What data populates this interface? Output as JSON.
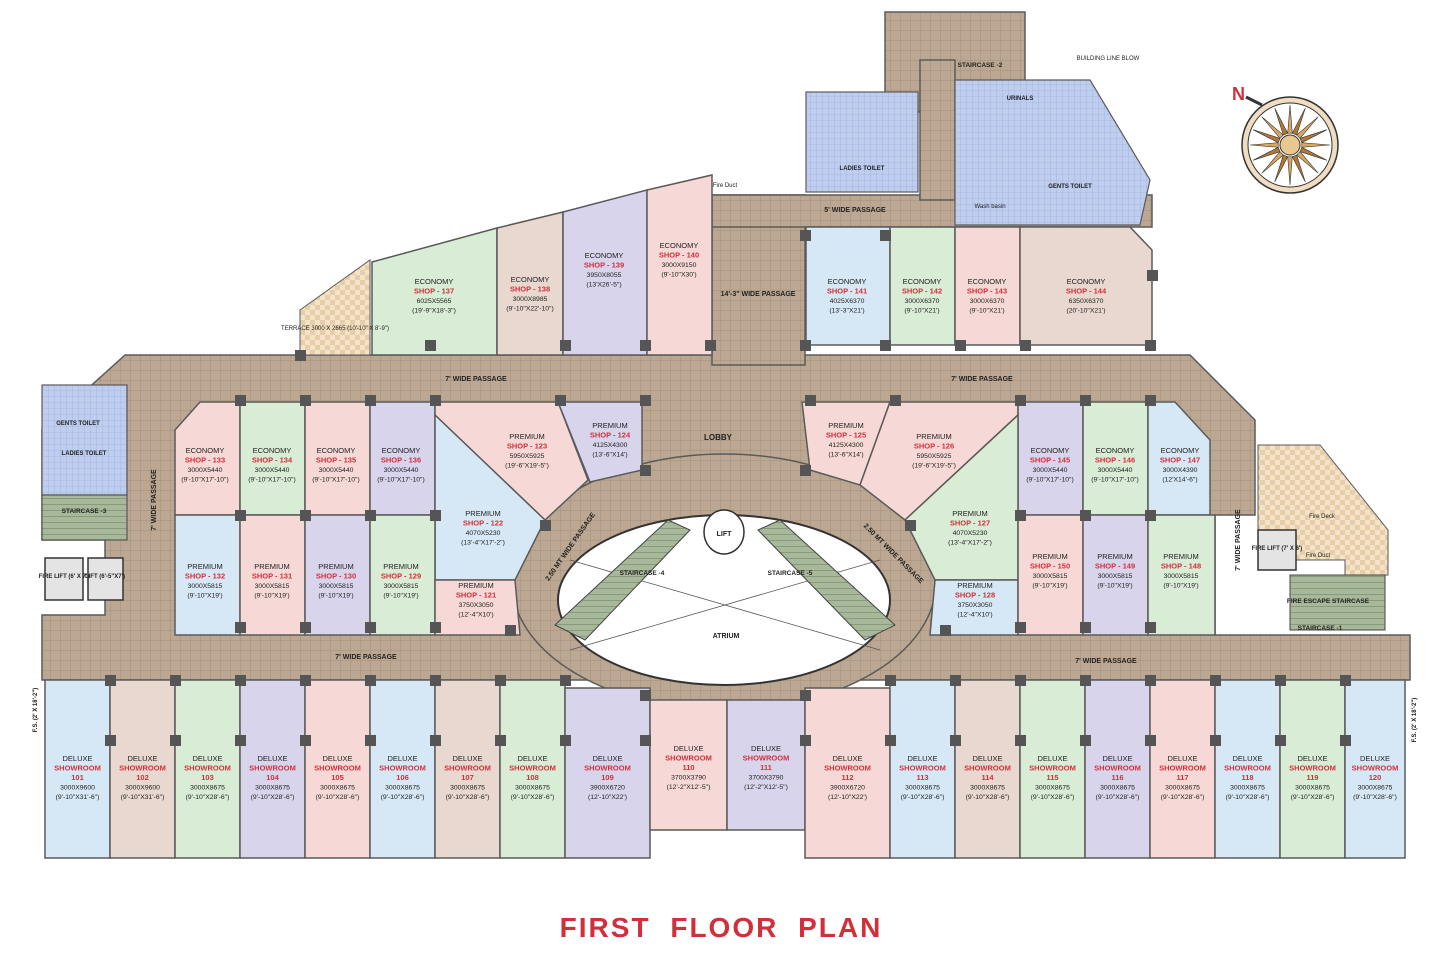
{
  "title": "FIRST FLOOR PLAN",
  "colors": {
    "passage": "#b9a48e",
    "passage_dark": "#8d7862",
    "wall": "#5a5a5a",
    "accent": "#d32f3a",
    "pink": "#f6d9d6",
    "green": "#d9ecd6",
    "lavender": "#d8d4ec",
    "blue": "#d6e8f6",
    "tan": "#e8d8d0",
    "toilet": "#b8c8ec"
  },
  "labels": {
    "lobby": "LOBBY",
    "lift": "LIFT",
    "atrium": "ATRIUM",
    "staircase4": "STAIRCASE -4",
    "staircase5": "STAIRCASE -5",
    "staircase1": "STAIRCASE -1",
    "staircase2": "STAIRCASE -2",
    "staircase3": "STAIRCASE -3",
    "fire_escape": "FIRE ESCAPE STAIRCASE",
    "fire_lift_l": "FIRE LIFT (6' X 7')",
    "lift_l": "LIFT (6'-5\"X7')",
    "fire_lift_r": "FIRE LIFT (7' X 6')",
    "fire_deck": "Fire Deck",
    "fire_duct": "Fire Duct",
    "ladies_toilet": "LADIES TOILET",
    "gents_toilet": "GENTS TOILET",
    "urinals": "URINALS",
    "wash_basin": "Wash basin",
    "building_line": "BUILDING LINE BLOW",
    "terrace": "TERRACE 3000 X 2665 (10'-10\" X 8'-9\")",
    "fs_left": "F.S. (2' X 18'-2\")",
    "fs_right": "F.S. (2' X 18'-2\")",
    "north": "N"
  },
  "passages": {
    "p5": "5' WIDE PASSAGE",
    "p14": "14'-3\" WIDE PASSAGE",
    "p7_top_l": "7' WIDE PASSAGE",
    "p7_top_r": "7' WIDE PASSAGE",
    "p7_bot_l": "7' WIDE PASSAGE",
    "p7_bot_r": "7' WIDE PASSAGE",
    "p7_left": "7' WIDE PASSAGE",
    "p7_right": "7' WIDE PASSAGE",
    "p250_l": "2.50 MT WIDE PASSAGE",
    "p250_r": "2.50 MT WIDE PASSAGE"
  },
  "units": [
    {
      "id": "s137",
      "type": "ECONOMY",
      "name": "SHOP - 137",
      "dim": "6025X5565",
      "imp": "(19'-9\"X18'-3\")"
    },
    {
      "id": "s138",
      "type": "ECONOMY",
      "name": "SHOP - 138",
      "dim": "3000X8985",
      "imp": "(9'-10\"X22'-10\")"
    },
    {
      "id": "s139",
      "type": "ECONOMY",
      "name": "SHOP - 139",
      "dim": "3950X8055",
      "imp": "(13'X26'-5\")"
    },
    {
      "id": "s140",
      "type": "ECONOMY",
      "name": "SHOP - 140",
      "dim": "3000X9150",
      "imp": "(9'-10\"X30')"
    },
    {
      "id": "s141",
      "type": "ECONOMY",
      "name": "SHOP - 141",
      "dim": "4025X6370",
      "imp": "(13'-3\"X21')"
    },
    {
      "id": "s142",
      "type": "ECONOMY",
      "name": "SHOP - 142",
      "dim": "3000X6370",
      "imp": "(9'-10\"X21')"
    },
    {
      "id": "s143",
      "type": "ECONOMY",
      "name": "SHOP - 143",
      "dim": "3000X6370",
      "imp": "(9'-10\"X21')"
    },
    {
      "id": "s144",
      "type": "ECONOMY",
      "name": "SHOP - 144",
      "dim": "6350X6370",
      "imp": "(20'-10\"X21')"
    },
    {
      "id": "s133",
      "type": "ECONOMY",
      "name": "SHOP - 133",
      "dim": "3000X5440",
      "imp": "(9'-10\"X17'-10\")"
    },
    {
      "id": "s134",
      "type": "ECONOMY",
      "name": "SHOP - 134",
      "dim": "3000X5440",
      "imp": "(9'-10\"X17'-10\")"
    },
    {
      "id": "s135",
      "type": "ECONOMY",
      "name": "SHOP - 135",
      "dim": "3000X5440",
      "imp": "(9'-10\"X17'-10\")"
    },
    {
      "id": "s136",
      "type": "ECONOMY",
      "name": "SHOP - 136",
      "dim": "3000X5440",
      "imp": "(9'-10\"X17'-10\")"
    },
    {
      "id": "s123",
      "type": "PREMIUM",
      "name": "SHOP - 123",
      "dim": "5950X5925",
      "imp": "(19'-6\"X19'-5\")"
    },
    {
      "id": "s124",
      "type": "PREMIUM",
      "name": "SHOP - 124",
      "dim": "4125X4300",
      "imp": "(13'-6\"X14')"
    },
    {
      "id": "s125",
      "type": "PREMIUM",
      "name": "SHOP - 125",
      "dim": "4125X4300",
      "imp": "(13'-6\"X14')"
    },
    {
      "id": "s126",
      "type": "PREMIUM",
      "name": "SHOP - 126",
      "dim": "5950X5925",
      "imp": "(19'-6\"X19'-5\")"
    },
    {
      "id": "s145",
      "type": "ECONOMY",
      "name": "SHOP - 145",
      "dim": "3000X5440",
      "imp": "(9'-10\"X17'-10\")"
    },
    {
      "id": "s146",
      "type": "ECONOMY",
      "name": "SHOP - 146",
      "dim": "3000X5440",
      "imp": "(9'-10\"X17'-10\")"
    },
    {
      "id": "s147",
      "type": "ECONOMY",
      "name": "SHOP - 147",
      "dim": "3000X4390",
      "imp": "(12'X14'-6\")"
    },
    {
      "id": "s122",
      "type": "PREMIUM",
      "name": "SHOP - 122",
      "dim": "4070X5230",
      "imp": "(13'-4\"X17'-2\")"
    },
    {
      "id": "s127",
      "type": "PREMIUM",
      "name": "SHOP - 127",
      "dim": "4070X5230",
      "imp": "(13'-4\"X17'-2\")"
    },
    {
      "id": "s132",
      "type": "PREMIUM",
      "name": "SHOP - 132",
      "dim": "3000X5815",
      "imp": "(9'-10\"X19')"
    },
    {
      "id": "s131",
      "type": "PREMIUM",
      "name": "SHOP - 131",
      "dim": "3000X5815",
      "imp": "(9'-10\"X19')"
    },
    {
      "id": "s130",
      "type": "PREMIUM",
      "name": "SHOP - 130",
      "dim": "3000X5815",
      "imp": "(9'-10\"X19')"
    },
    {
      "id": "s129",
      "type": "PREMIUM",
      "name": "SHOP - 129",
      "dim": "3000X5815",
      "imp": "(9'-10\"X19')"
    },
    {
      "id": "s121",
      "type": "PREMIUM",
      "name": "SHOP - 121",
      "dim": "3750X3050",
      "imp": "(12'-4\"X10')"
    },
    {
      "id": "s128",
      "type": "PREMIUM",
      "name": "SHOP - 128",
      "dim": "3750X3050",
      "imp": "(12'-4\"X10')"
    },
    {
      "id": "s150",
      "type": "PREMIUM",
      "name": "SHOP - 150",
      "dim": "3000X5815",
      "imp": "(9'-10\"X19')"
    },
    {
      "id": "s149",
      "type": "PREMIUM",
      "name": "SHOP - 149",
      "dim": "3000X5815",
      "imp": "(9'-10\"X19')"
    },
    {
      "id": "s148",
      "type": "PREMIUM",
      "name": "SHOP - 148",
      "dim": "3000X5815",
      "imp": "(9'-10\"X19')"
    },
    {
      "id": "r101",
      "type": "DELUXE",
      "name": "SHOWROOM 101",
      "dim": "3000X9600",
      "imp": "(9'-10\"X31'-6\")"
    },
    {
      "id": "r102",
      "type": "DELUXE",
      "name": "SHOWROOM 102",
      "dim": "3000X9600",
      "imp": "(9'-10\"X31'-6\")"
    },
    {
      "id": "r103",
      "type": "DELUXE",
      "name": "SHOWROOM 103",
      "dim": "3000X8675",
      "imp": "(9'-10\"X28'-6\")"
    },
    {
      "id": "r104",
      "type": "DELUXE",
      "name": "SHOWROOM 104",
      "dim": "3000X8675",
      "imp": "(9'-10\"X28'-6\")"
    },
    {
      "id": "r105",
      "type": "DELUXE",
      "name": "SHOWROOM 105",
      "dim": "3000X8675",
      "imp": "(9'-10\"X28'-6\")"
    },
    {
      "id": "r106",
      "type": "DELUXE",
      "name": "SHOWROOM 106",
      "dim": "3000X8675",
      "imp": "(9'-10\"X28'-6\")"
    },
    {
      "id": "r107",
      "type": "DELUXE",
      "name": "SHOWROOM 107",
      "dim": "3000X8675",
      "imp": "(9'-10\"X28'-6\")"
    },
    {
      "id": "r108",
      "type": "DELUXE",
      "name": "SHOWROOM 108",
      "dim": "3000X8675",
      "imp": "(9'-10\"X28'-6\")"
    },
    {
      "id": "r109",
      "type": "DELUXE",
      "name": "SHOWROOM 109",
      "dim": "3900X6720",
      "imp": "(12'-10\"X22')"
    },
    {
      "id": "r110",
      "type": "DELUXE",
      "name": "SHOWROOM 110",
      "dim": "3700X3790",
      "imp": "(12'-2\"X12'-5\")"
    },
    {
      "id": "r111",
      "type": "DELUXE",
      "name": "SHOWROOM 111",
      "dim": "3700X3790",
      "imp": "(12'-2\"X12'-5\")"
    },
    {
      "id": "r112",
      "type": "DELUXE",
      "name": "SHOWROOM 112",
      "dim": "3900X6720",
      "imp": "(12'-10\"X22')"
    },
    {
      "id": "r113",
      "type": "DELUXE",
      "name": "SHOWROOM 113",
      "dim": "3000X8675",
      "imp": "(9'-10\"X28'-6\")"
    },
    {
      "id": "r114",
      "type": "DELUXE",
      "name": "SHOWROOM 114",
      "dim": "3000X8675",
      "imp": "(9'-10\"X28'-6\")"
    },
    {
      "id": "r115",
      "type": "DELUXE",
      "name": "SHOWROOM 115",
      "dim": "3000X8675",
      "imp": "(9'-10\"X28'-6\")"
    },
    {
      "id": "r116",
      "type": "DELUXE",
      "name": "SHOWROOM 116",
      "dim": "3000X8675",
      "imp": "(9'-10\"X28'-6\")"
    },
    {
      "id": "r117",
      "type": "DELUXE",
      "name": "SHOWROOM 117",
      "dim": "3000X8675",
      "imp": "(9'-10\"X28'-6\")"
    },
    {
      "id": "r118",
      "type": "DELUXE",
      "name": "SHOWROOM 118",
      "dim": "3000X8675",
      "imp": "(9'-10\"X28'-6\")"
    },
    {
      "id": "r119",
      "type": "DELUXE",
      "name": "SHOWROOM 119",
      "dim": "3000X8675",
      "imp": "(9'-10\"X28'-6\")"
    },
    {
      "id": "r120",
      "type": "DELUXE",
      "name": "SHOWROOM 120",
      "dim": "3000X8675",
      "imp": "(9'-10\"X28'-6\")"
    }
  ]
}
